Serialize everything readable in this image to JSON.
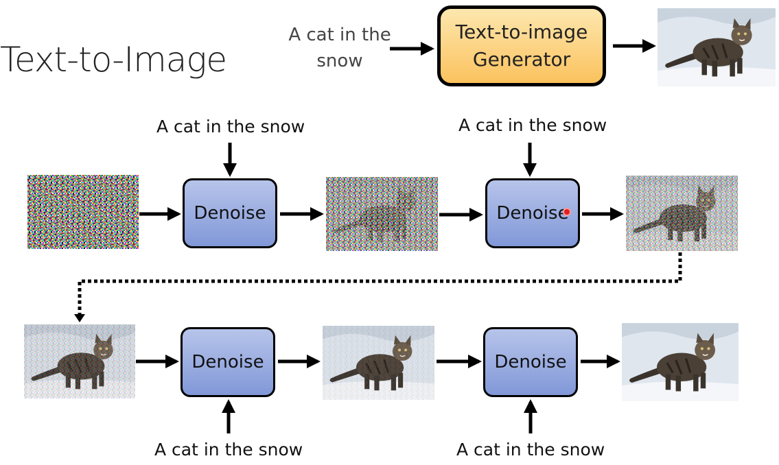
{
  "title": "Text-to-Image",
  "top": {
    "prompt": "A cat in the snow",
    "generator_label": "Text-to-image Generator"
  },
  "row1": {
    "prompt_1": "A cat in the snow",
    "prompt_2": "A cat in the snow",
    "denoise_1": "Denoise",
    "denoise_2": "Denoise"
  },
  "row2": {
    "prompt_1": "A cat in the snow",
    "prompt_2": "A cat in the snow",
    "denoise_1": "Denoise",
    "denoise_2": "Denoise"
  },
  "colors": {
    "generator_fill": "#fbc25e",
    "denoise_fill": "#8198d8",
    "pointer": "#e02020"
  }
}
